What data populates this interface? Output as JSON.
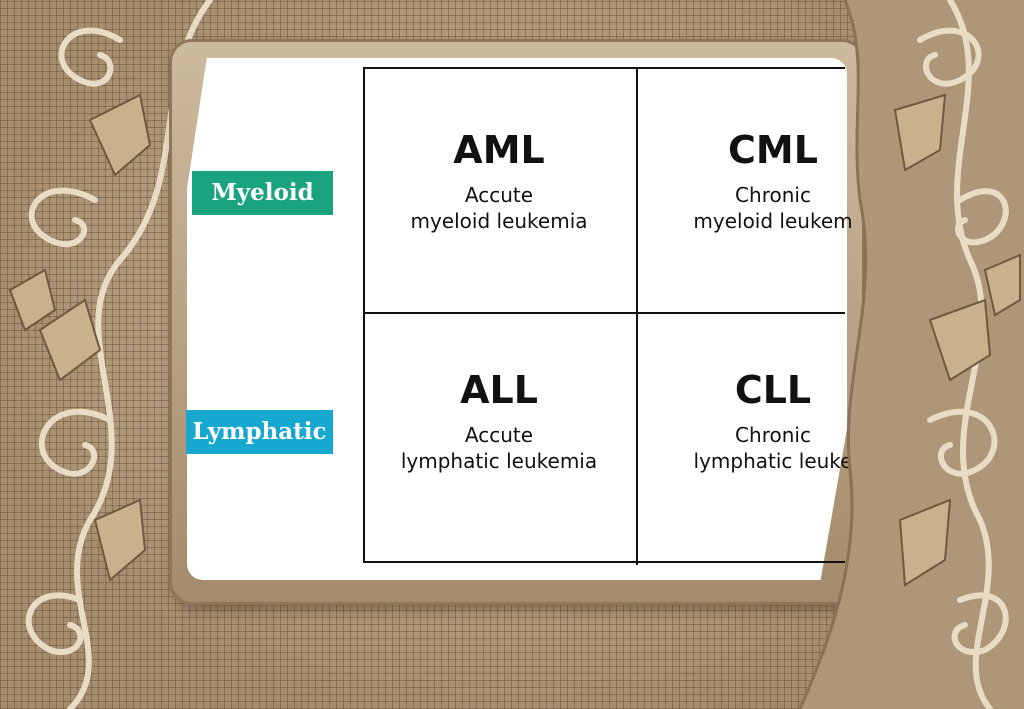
{
  "rows": {
    "myeloid": "Myeloid",
    "lymphatic": "Lymphatic"
  },
  "cells": {
    "aml": {
      "abbr": "AML",
      "line1": "Accute",
      "line2": "myeloid leukemia"
    },
    "cml": {
      "abbr": "CML",
      "line1": "Chronic",
      "line2": "myeloid leukem"
    },
    "all": {
      "abbr": "ALL",
      "line1": "Accute",
      "line2": "lymphatic leukemia"
    },
    "cll": {
      "abbr": "CLL",
      "line1": "Chronic",
      "line2": "lymphatic leuke"
    }
  },
  "colors": {
    "myeloid": "#1aa37f",
    "lymphatic": "#17a8d0"
  }
}
